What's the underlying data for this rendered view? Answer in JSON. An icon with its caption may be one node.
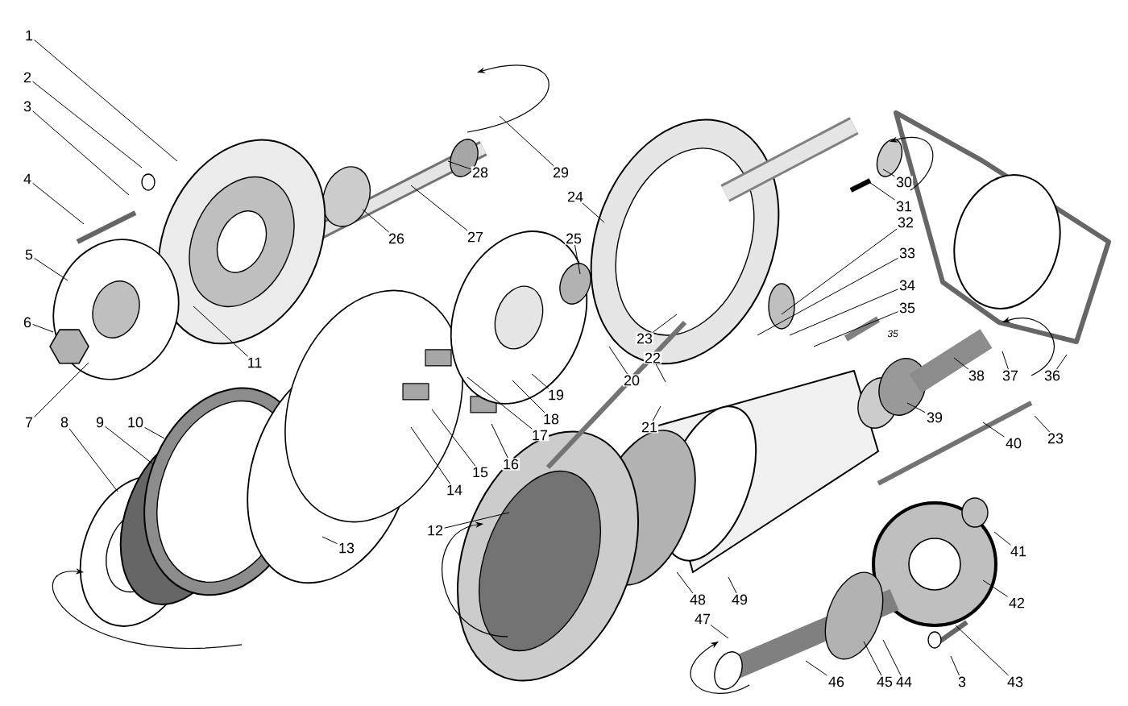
{
  "diagram": {
    "nodes": [
      {
        "text": [
          "1"
        ]
      },
      {
        "text": [
          "2"
        ]
      },
      {
        "text": [
          "3"
        ]
      },
      {
        "text": [
          "4"
        ]
      },
      {
        "text": [
          "5"
        ]
      },
      {
        "text": [
          "6"
        ]
      },
      {
        "text": [
          "7"
        ]
      },
      {
        "text": [
          "8"
        ]
      },
      {
        "text": [
          "9"
        ]
      },
      {
        "text": [
          "10"
        ]
      },
      {
        "text": [
          "11"
        ]
      },
      {
        "text": [
          "12"
        ]
      },
      {
        "text": [
          "13"
        ]
      },
      {
        "text": [
          "14"
        ]
      },
      {
        "text": [
          "15"
        ]
      },
      {
        "text": [
          "16"
        ]
      },
      {
        "text": [
          "17"
        ]
      },
      {
        "text": [
          "18"
        ]
      },
      {
        "text": [
          "19"
        ]
      },
      {
        "text": [
          "20"
        ]
      },
      {
        "text": [
          "21"
        ]
      },
      {
        "text": [
          "22"
        ]
      },
      {
        "text": [
          "23"
        ]
      },
      {
        "text": [
          "24"
        ]
      },
      {
        "text": [
          "25"
        ]
      },
      {
        "text": [
          "26"
        ]
      },
      {
        "text": [
          "27"
        ]
      },
      {
        "text": [
          "28"
        ]
      },
      {
        "text": [
          "29"
        ]
      },
      {
        "text": [
          "30"
        ]
      },
      {
        "text": [
          "31"
        ]
      },
      {
        "text": [
          "32"
        ]
      },
      {
        "text": [
          "33"
        ]
      },
      {
        "text": [
          "34"
        ]
      },
      {
        "text": [
          "35"
        ]
      },
      {
        "text": [
          "36"
        ]
      },
      {
        "text": [
          "37"
        ]
      },
      {
        "text": [
          "38"
        ]
      },
      {
        "text": [
          "39"
        ]
      },
      {
        "text": [
          "40"
        ]
      },
      {
        "text": [
          "23"
        ]
      },
      {
        "text": [
          "41"
        ]
      },
      {
        "text": [
          "42"
        ]
      },
      {
        "text": [
          "43"
        ]
      },
      {
        "text": [
          "3"
        ]
      },
      {
        "text": [
          "44"
        ]
      },
      {
        "text": [
          "45"
        ]
      },
      {
        "text": [
          "46"
        ]
      },
      {
        "text": [
          "47"
        ]
      },
      {
        "text": [
          "48"
        ]
      },
      {
        "text": [
          "49"
        ]
      }
    ],
    "edges": [
      {
        "from": 0,
        "to": null,
        "arrow": "none"
      },
      {
        "from": 1,
        "to": null,
        "arrow": "none"
      },
      {
        "from": 2,
        "to": null,
        "arrow": "none"
      },
      {
        "from": 3,
        "to": null,
        "arrow": "none"
      },
      {
        "from": 4,
        "to": null,
        "arrow": "none"
      },
      {
        "from": 5,
        "to": null,
        "arrow": "none"
      },
      {
        "from": 6,
        "to": null,
        "arrow": "none"
      },
      {
        "from": 7,
        "to": null,
        "arrow": "none"
      },
      {
        "from": 8,
        "to": null,
        "arrow": "none"
      },
      {
        "from": 9,
        "to": null,
        "arrow": "none"
      },
      {
        "from": 10,
        "to": null,
        "arrow": "none"
      },
      {
        "from": 11,
        "to": null,
        "arrow": "none"
      },
      {
        "from": 12,
        "to": null,
        "arrow": "none"
      },
      {
        "from": 13,
        "to": null,
        "arrow": "none"
      },
      {
        "from": 14,
        "to": null,
        "arrow": "none"
      },
      {
        "from": 15,
        "to": null,
        "arrow": "none"
      },
      {
        "from": 16,
        "to": null,
        "arrow": "none"
      },
      {
        "from": 17,
        "to": null,
        "arrow": "none"
      },
      {
        "from": 18,
        "to": null,
        "arrow": "none"
      },
      {
        "from": 19,
        "to": null,
        "arrow": "none"
      },
      {
        "from": 20,
        "to": null,
        "arrow": "none"
      },
      {
        "from": 21,
        "to": null,
        "arrow": "none"
      },
      {
        "from": 22,
        "to": null,
        "arrow": "none"
      },
      {
        "from": 23,
        "to": null,
        "arrow": "none"
      },
      {
        "from": 24,
        "to": null,
        "arrow": "none"
      },
      {
        "from": 25,
        "to": null,
        "arrow": "none"
      },
      {
        "from": 26,
        "to": null,
        "arrow": "none"
      },
      {
        "from": 27,
        "to": null,
        "arrow": "none"
      },
      {
        "from": 28,
        "to": null,
        "arrow": "none"
      },
      {
        "from": 29,
        "to": null,
        "arrow": "none"
      },
      {
        "from": 30,
        "to": null,
        "arrow": "none"
      },
      {
        "from": 31,
        "to": null,
        "arrow": "none"
      },
      {
        "from": 32,
        "to": null,
        "arrow": "none"
      },
      {
        "from": 33,
        "to": null,
        "arrow": "none"
      },
      {
        "from": 34,
        "to": null,
        "arrow": "none"
      },
      {
        "from": 35,
        "to": null,
        "arrow": "none"
      },
      {
        "from": 36,
        "to": null,
        "arrow": "none"
      },
      {
        "from": 37,
        "to": null,
        "arrow": "none"
      },
      {
        "from": 38,
        "to": null,
        "arrow": "none"
      },
      {
        "from": 39,
        "to": null,
        "arrow": "none"
      },
      {
        "from": 40,
        "to": null,
        "arrow": "none"
      },
      {
        "from": 41,
        "to": null,
        "arrow": "none"
      },
      {
        "from": 42,
        "to": null,
        "arrow": "none"
      },
      {
        "from": 43,
        "to": null,
        "arrow": "none"
      },
      {
        "from": 44,
        "to": null,
        "arrow": "none"
      },
      {
        "from": 45,
        "to": null,
        "arrow": "none"
      },
      {
        "from": 46,
        "to": null,
        "arrow": "none"
      },
      {
        "from": 47,
        "to": null,
        "arrow": "none"
      },
      {
        "from": 48,
        "to": null,
        "arrow": "none"
      },
      {
        "from": 49,
        "to": null,
        "arrow": "none"
      },
      {
        "from": 50,
        "to": null,
        "arrow": "none"
      }
    ],
    "labels": [
      "35"
    ]
  }
}
